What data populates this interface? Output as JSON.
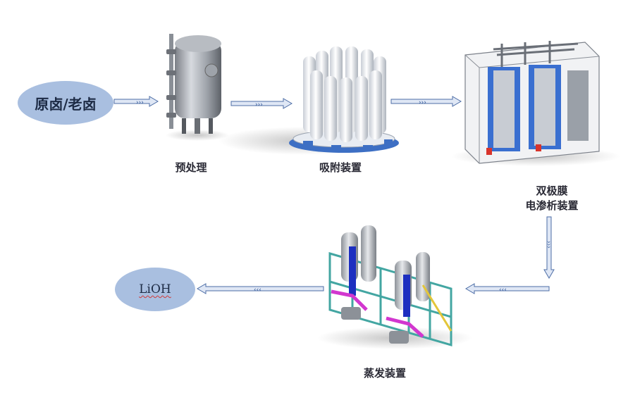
{
  "nodes": {
    "source": "原卤/老卤",
    "product": "LiOH",
    "pretreatment": "预处理",
    "adsorption": "吸附装置",
    "bipolar_line1": "双极膜",
    "bipolar_line2": "电渗析装置",
    "evaporation": "蒸发装置"
  },
  "colors": {
    "ellipse_fill": "#a9bfe0",
    "arrow_fill": "#dfe7f5",
    "arrow_stroke": "#4c6da6",
    "chevron": "#2f5597",
    "frame_blue": "#3a6fd0",
    "evaporator_teal": "#43a6a2"
  }
}
